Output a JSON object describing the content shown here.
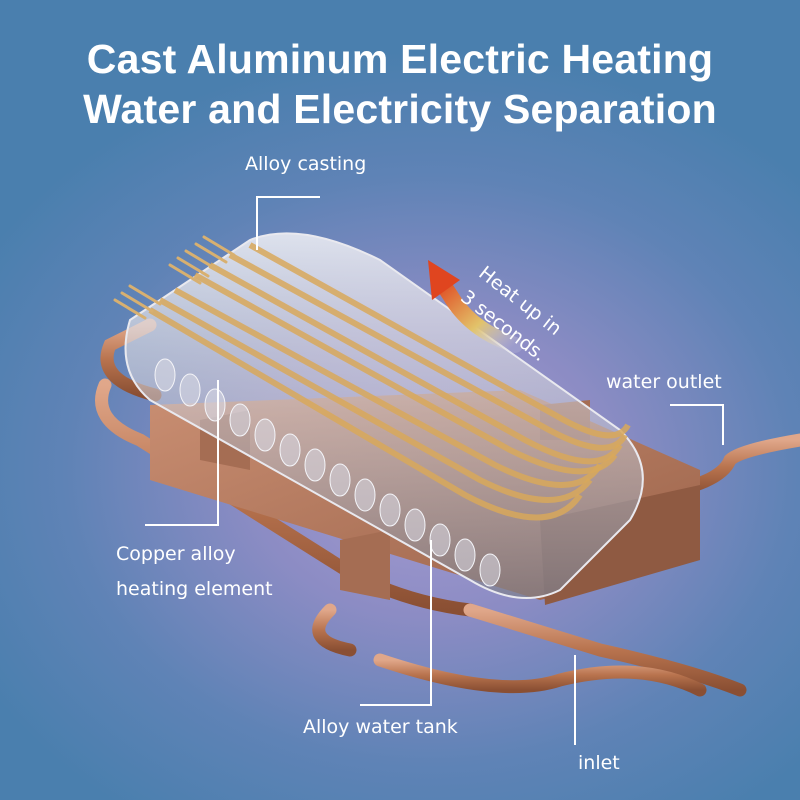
{
  "title": {
    "line1": "Cast Aluminum Electric Heating",
    "line2": "Water and Electricity Separation"
  },
  "labels": {
    "alloy_casting": "Alloy casting",
    "heat_line1": "Heat up in",
    "heat_line2": "3 seconds.",
    "water_outlet": "water outlet",
    "copper_line1": "Copper alloy",
    "copper_line2": "heating element",
    "alloy_water_tank": "Alloy water tank",
    "inlet": "inlet"
  },
  "colors": {
    "background": "#5f83b6",
    "text": "#ffffff",
    "copper": "#b8734e",
    "gold_coil": "#d8a85a"
  }
}
